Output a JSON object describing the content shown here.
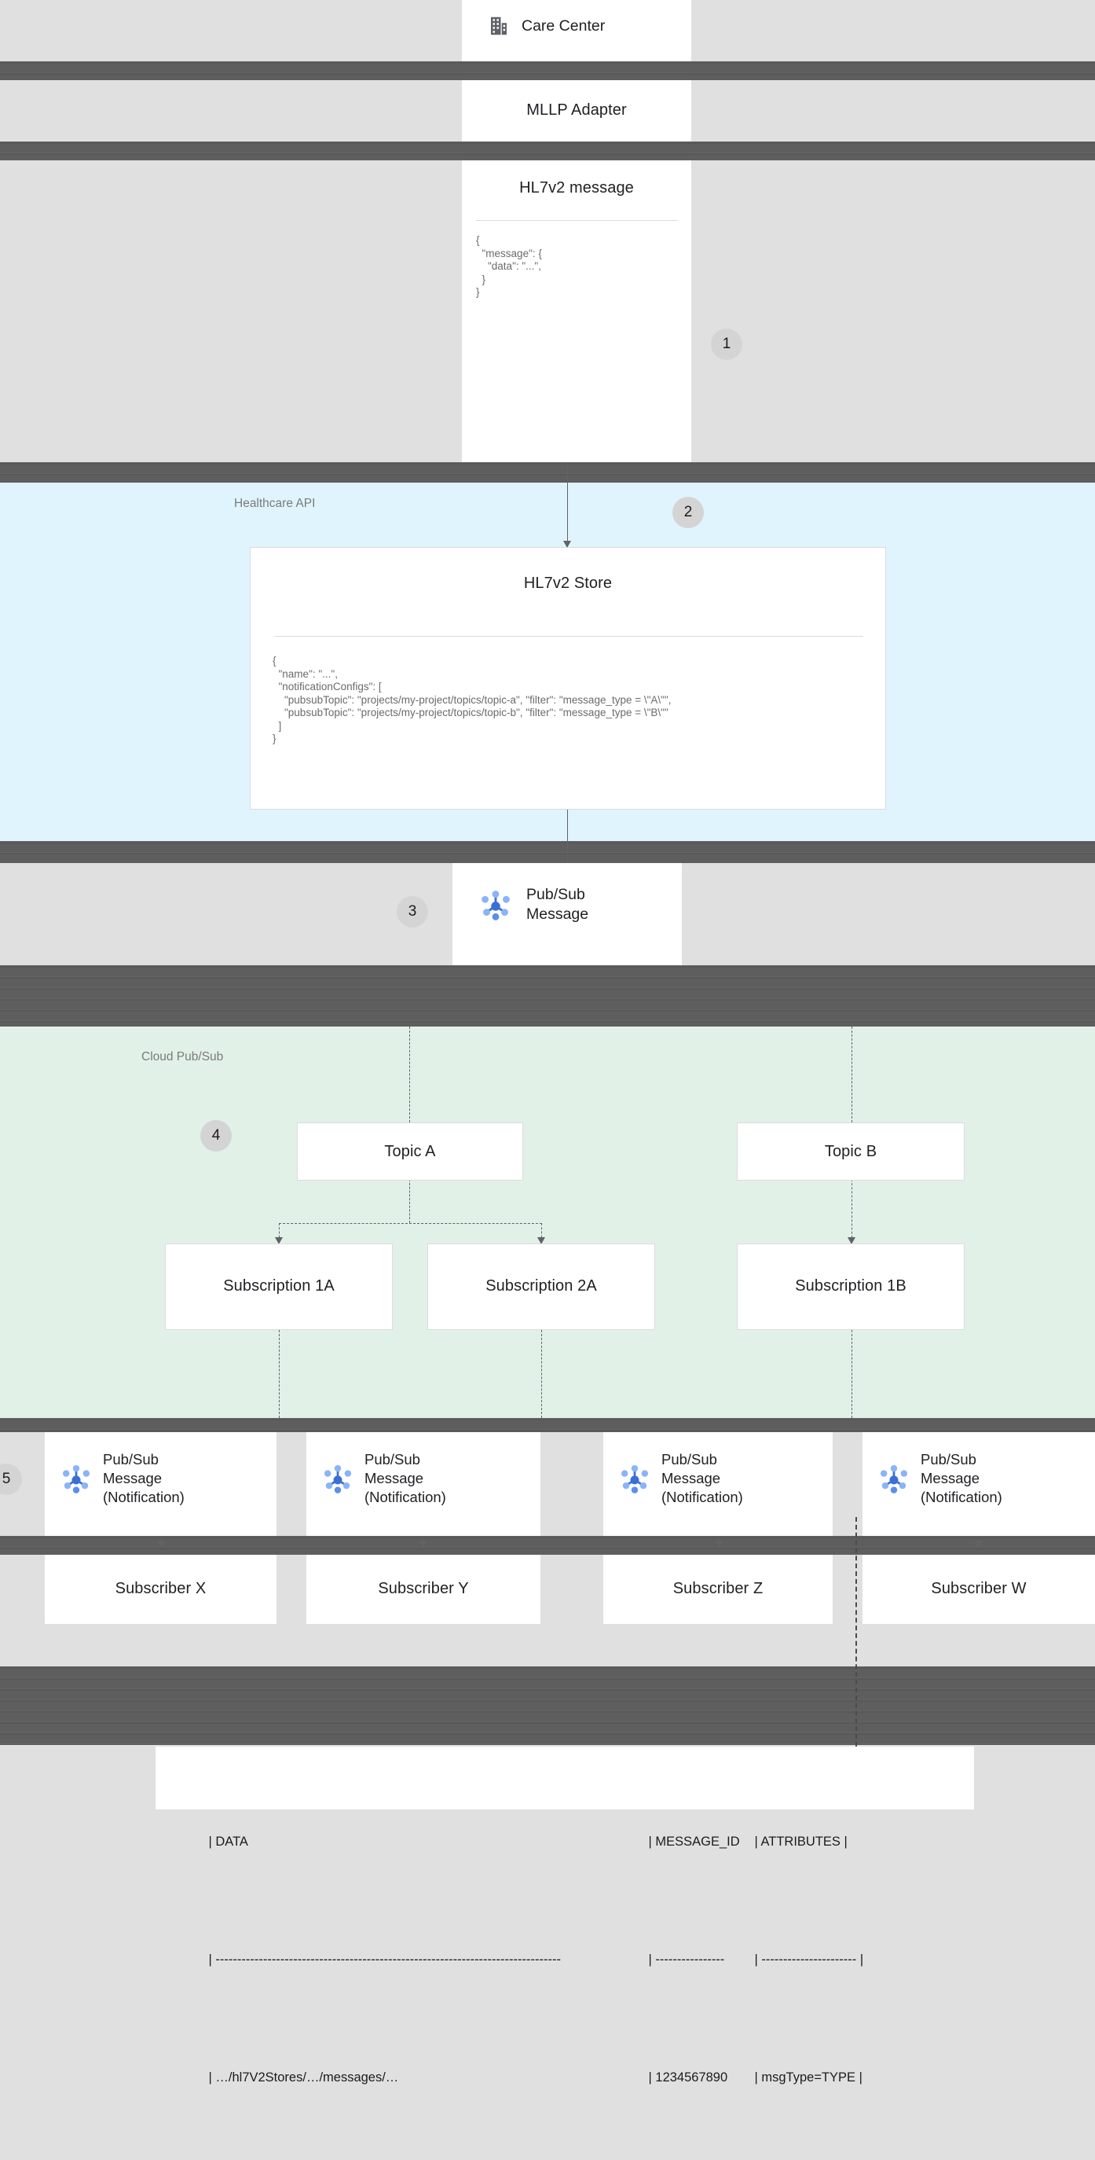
{
  "diagram": {
    "title": "Healthcare API HL7v2 Pub/Sub notification flow",
    "colors": {
      "band_gray": "#e0e0e0",
      "band_dark": "#5e5e5e",
      "healthcare_api_bg": "#e0f4fd",
      "cloud_pubsub_bg": "#e2f1e8",
      "card_bg": "#ffffff",
      "badge_bg": "#d4d4d4",
      "text": "#202124",
      "muted_text": "#6b6b6b",
      "connector": "#5f6368",
      "pubsub_icon_dark": "#3b6fd4",
      "pubsub_icon_light": "#8ab4f8"
    }
  },
  "steps": {
    "one": "1",
    "two": "2",
    "three": "3",
    "four": "4",
    "five": "5"
  },
  "regions": {
    "healthcare_api": "Healthcare API",
    "cloud_pubsub": "Cloud Pub/Sub"
  },
  "nodes": {
    "care_center": {
      "label": "Care Center",
      "icon": "building-icon"
    },
    "mllp_adapter": {
      "label": "MLLP Adapter"
    },
    "hl7v2_message": {
      "title": "HL7v2 message",
      "code": "{\n  \"message\": {\n    \"data\": \"...\",\n  }\n}"
    },
    "hl7v2_store": {
      "title": "HL7v2 Store",
      "code": "{\n  \"name\": \"...\",\n  \"notificationConfigs\": [\n    \"pubsubTopic\": \"projects/my-project/topics/topic-a\", \"filter\": \"message_type = \\\"A\\\"\",\n    \"pubsubTopic\": \"projects/my-project/topics/topic-b\", \"filter\": \"message_type = \\\"B\\\"\"\n  ]\n}"
    },
    "pubsub_message": {
      "label": "Pub/Sub\nMessage",
      "icon": "pubsub-icon"
    }
  },
  "topics": [
    {
      "label": "Topic A"
    },
    {
      "label": "Topic B"
    }
  ],
  "subscriptions": [
    {
      "label": "Subscription 1A"
    },
    {
      "label": "Subscription 2A"
    },
    {
      "label": "Subscription 1B"
    }
  ],
  "notifications": [
    {
      "label": "Pub/Sub\nMessage\n(Notification)",
      "icon": "pubsub-icon"
    },
    {
      "label": "Pub/Sub\nMessage\n(Notification)",
      "icon": "pubsub-icon"
    },
    {
      "label": "Pub/Sub\nMessage\n(Notification)",
      "icon": "pubsub-icon"
    },
    {
      "label": "Pub/Sub\nMessage\n(Notification)",
      "icon": "pubsub-icon"
    }
  ],
  "subscribers": [
    {
      "label": "Subscriber X"
    },
    {
      "label": "Subscriber Y"
    },
    {
      "label": "Subscriber Z"
    },
    {
      "label": "Subscriber W"
    }
  ],
  "output_table": {
    "header": {
      "data": "| DATA",
      "message_id": "| MESSAGE_ID",
      "attributes": "| ATTRIBUTES |"
    },
    "separator": {
      "data": "| --------------------------------------------------------------------------------",
      "message_id": "| ----------------",
      "attributes": "| ---------------------- |"
    },
    "row": {
      "data": "| …/hl7V2Stores/…/messages/…",
      "message_id": "| 1234567890",
      "attributes": "| msgType=TYPE |"
    }
  }
}
